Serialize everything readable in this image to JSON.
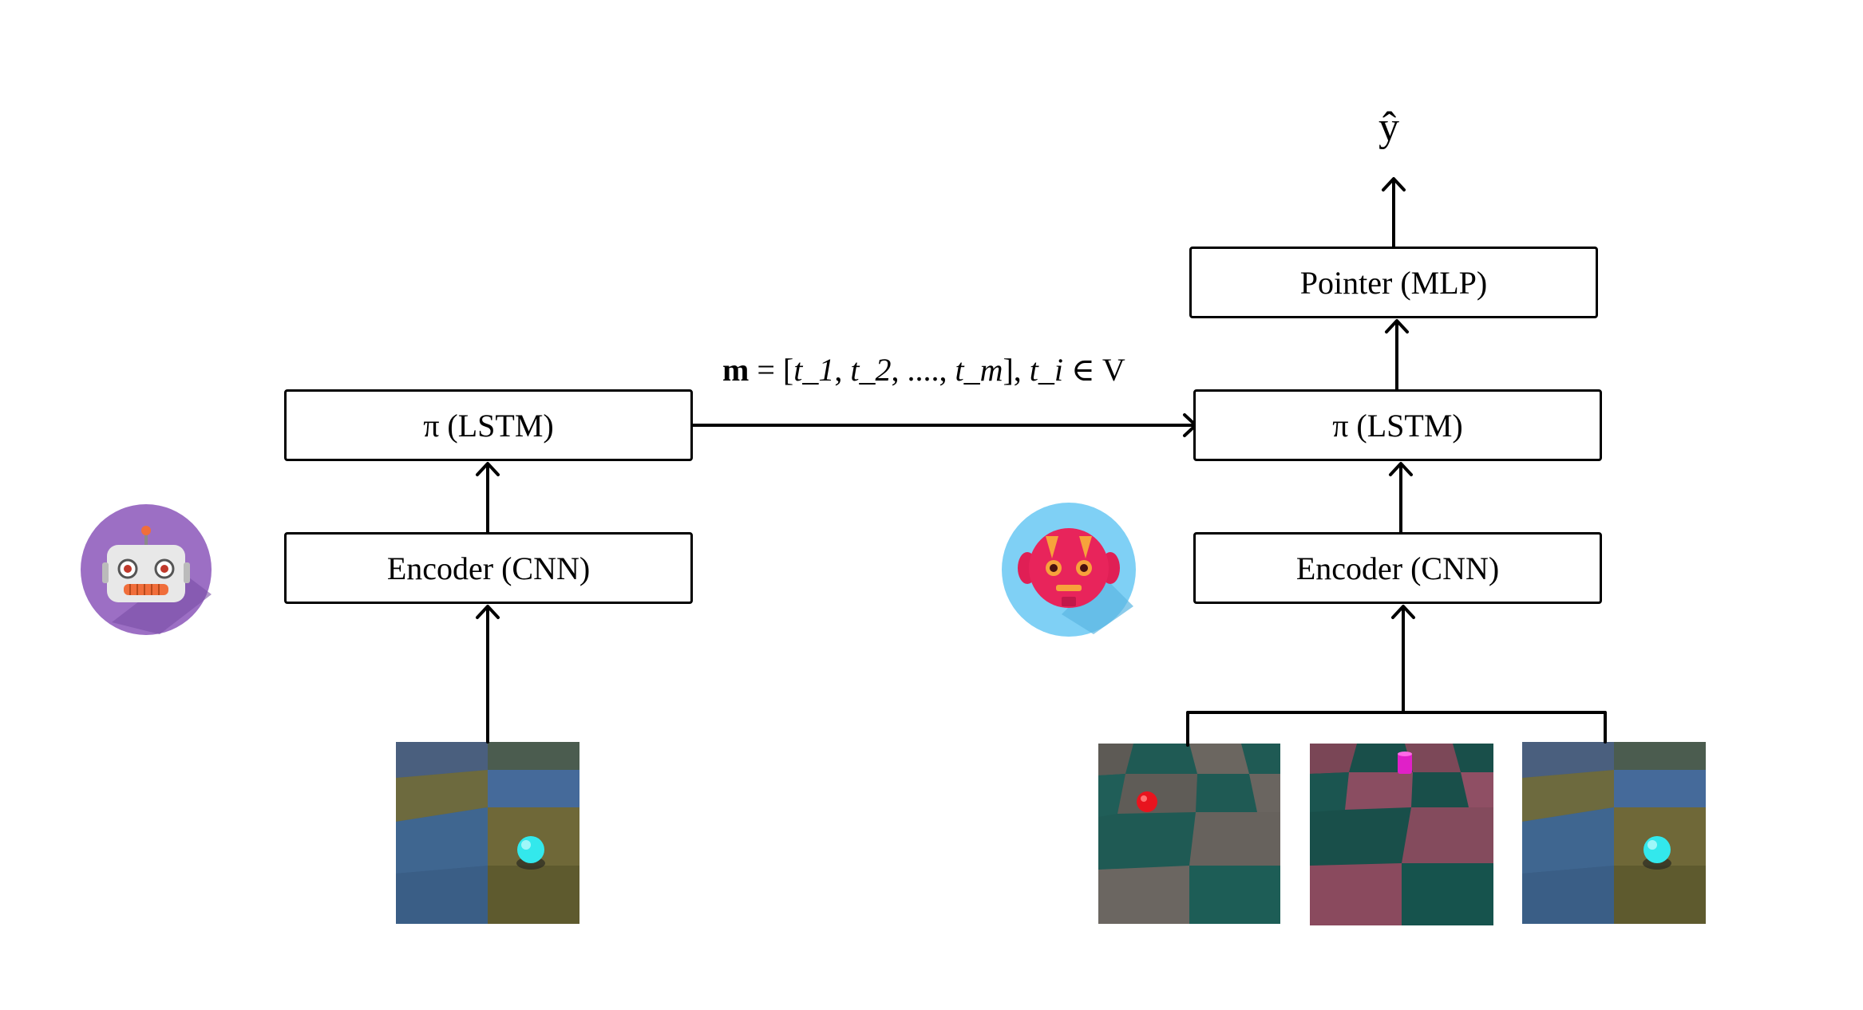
{
  "sender": {
    "lstm_label": "π (LSTM)",
    "encoder_label": "Encoder (CNN)",
    "avatar_icon": "robot-speaker-icon",
    "avatar_color": "#9c6fc4"
  },
  "receiver": {
    "pointer_label": "Pointer (MLP)",
    "lstm_label": "π (LSTM)",
    "encoder_label": "Encoder (CNN)",
    "avatar_icon": "robot-listener-icon",
    "avatar_color": "#7fd0f5"
  },
  "message": {
    "m": "m",
    "eq": " = [",
    "t1": "t_1",
    "sep1": ", ",
    "t2": "t_2",
    "sep2": ", ...., ",
    "tm": "t_m",
    "sep3": "], ",
    "ti": "t_i",
    "tail": " ∈ V"
  },
  "output": {
    "yhat": "ŷ"
  },
  "scenes": {
    "target_object_color": "#33e8ec",
    "distractor1_object_color": "#e8141e",
    "distractor2_object_color": "#e020c8"
  }
}
